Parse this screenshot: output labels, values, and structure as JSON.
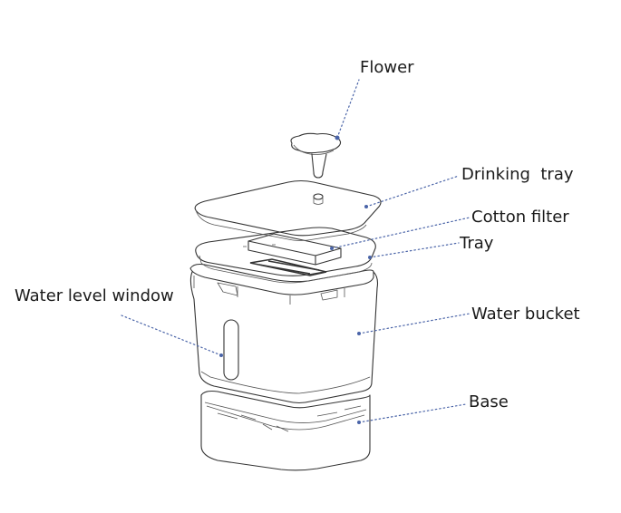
{
  "labels": {
    "flower": "Flower",
    "drinking_tray": "Drinking  tray",
    "cotton_filter": "Cotton filter",
    "tray": "Tray",
    "water_level_window": "Water level window",
    "water_bucket": "Water bucket",
    "base": "Base"
  },
  "colors": {
    "outline": "#333333",
    "leader": "#4a64a8",
    "text": "#1a1a1a"
  }
}
